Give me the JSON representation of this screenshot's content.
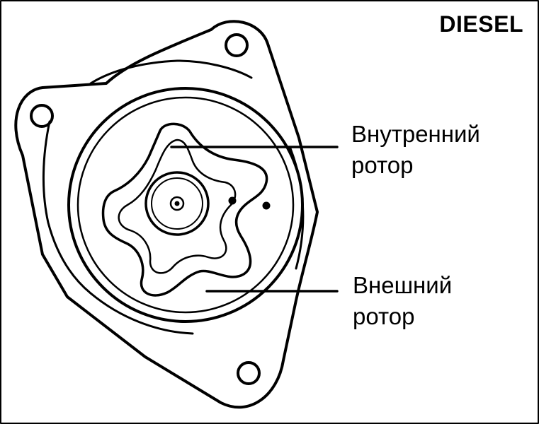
{
  "title": "DIESEL",
  "labels": {
    "inner_rotor": {
      "line1": "Внутренний",
      "line2": "ротор"
    },
    "outer_rotor": {
      "line1": "Внешний",
      "line2": "ротор"
    }
  },
  "colors": {
    "ink": "#000000",
    "background": "#ffffff"
  }
}
